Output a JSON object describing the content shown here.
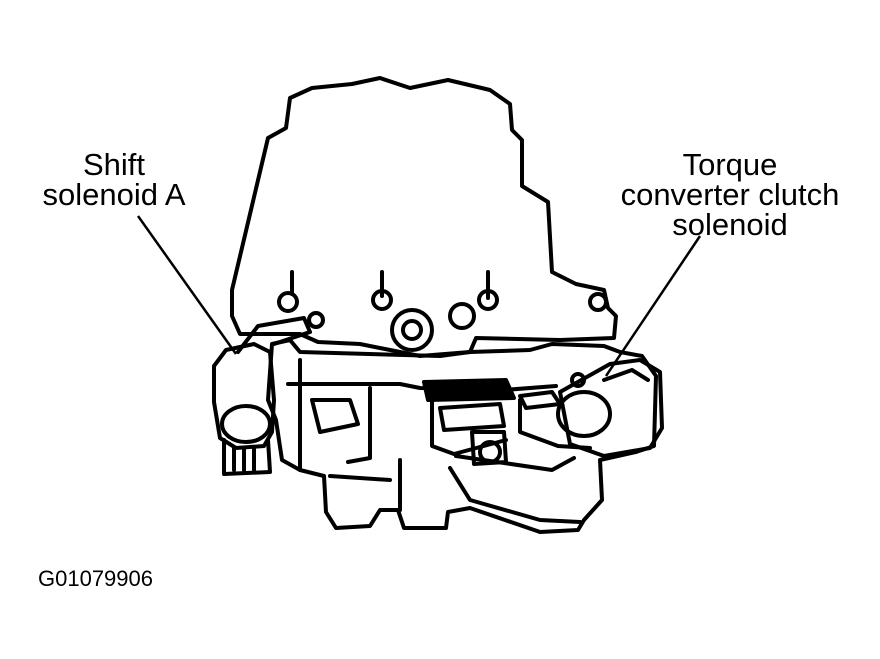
{
  "labels": {
    "shift_solenoid_a": [
      "Shift",
      "solenoid A"
    ],
    "tcc_solenoid": [
      "Torque",
      "converter clutch",
      "solenoid"
    ]
  },
  "figure_id": "G01079906",
  "colors": {
    "ink": "#000000",
    "paper": "#ffffff",
    "shade": "#e6e6e6"
  }
}
